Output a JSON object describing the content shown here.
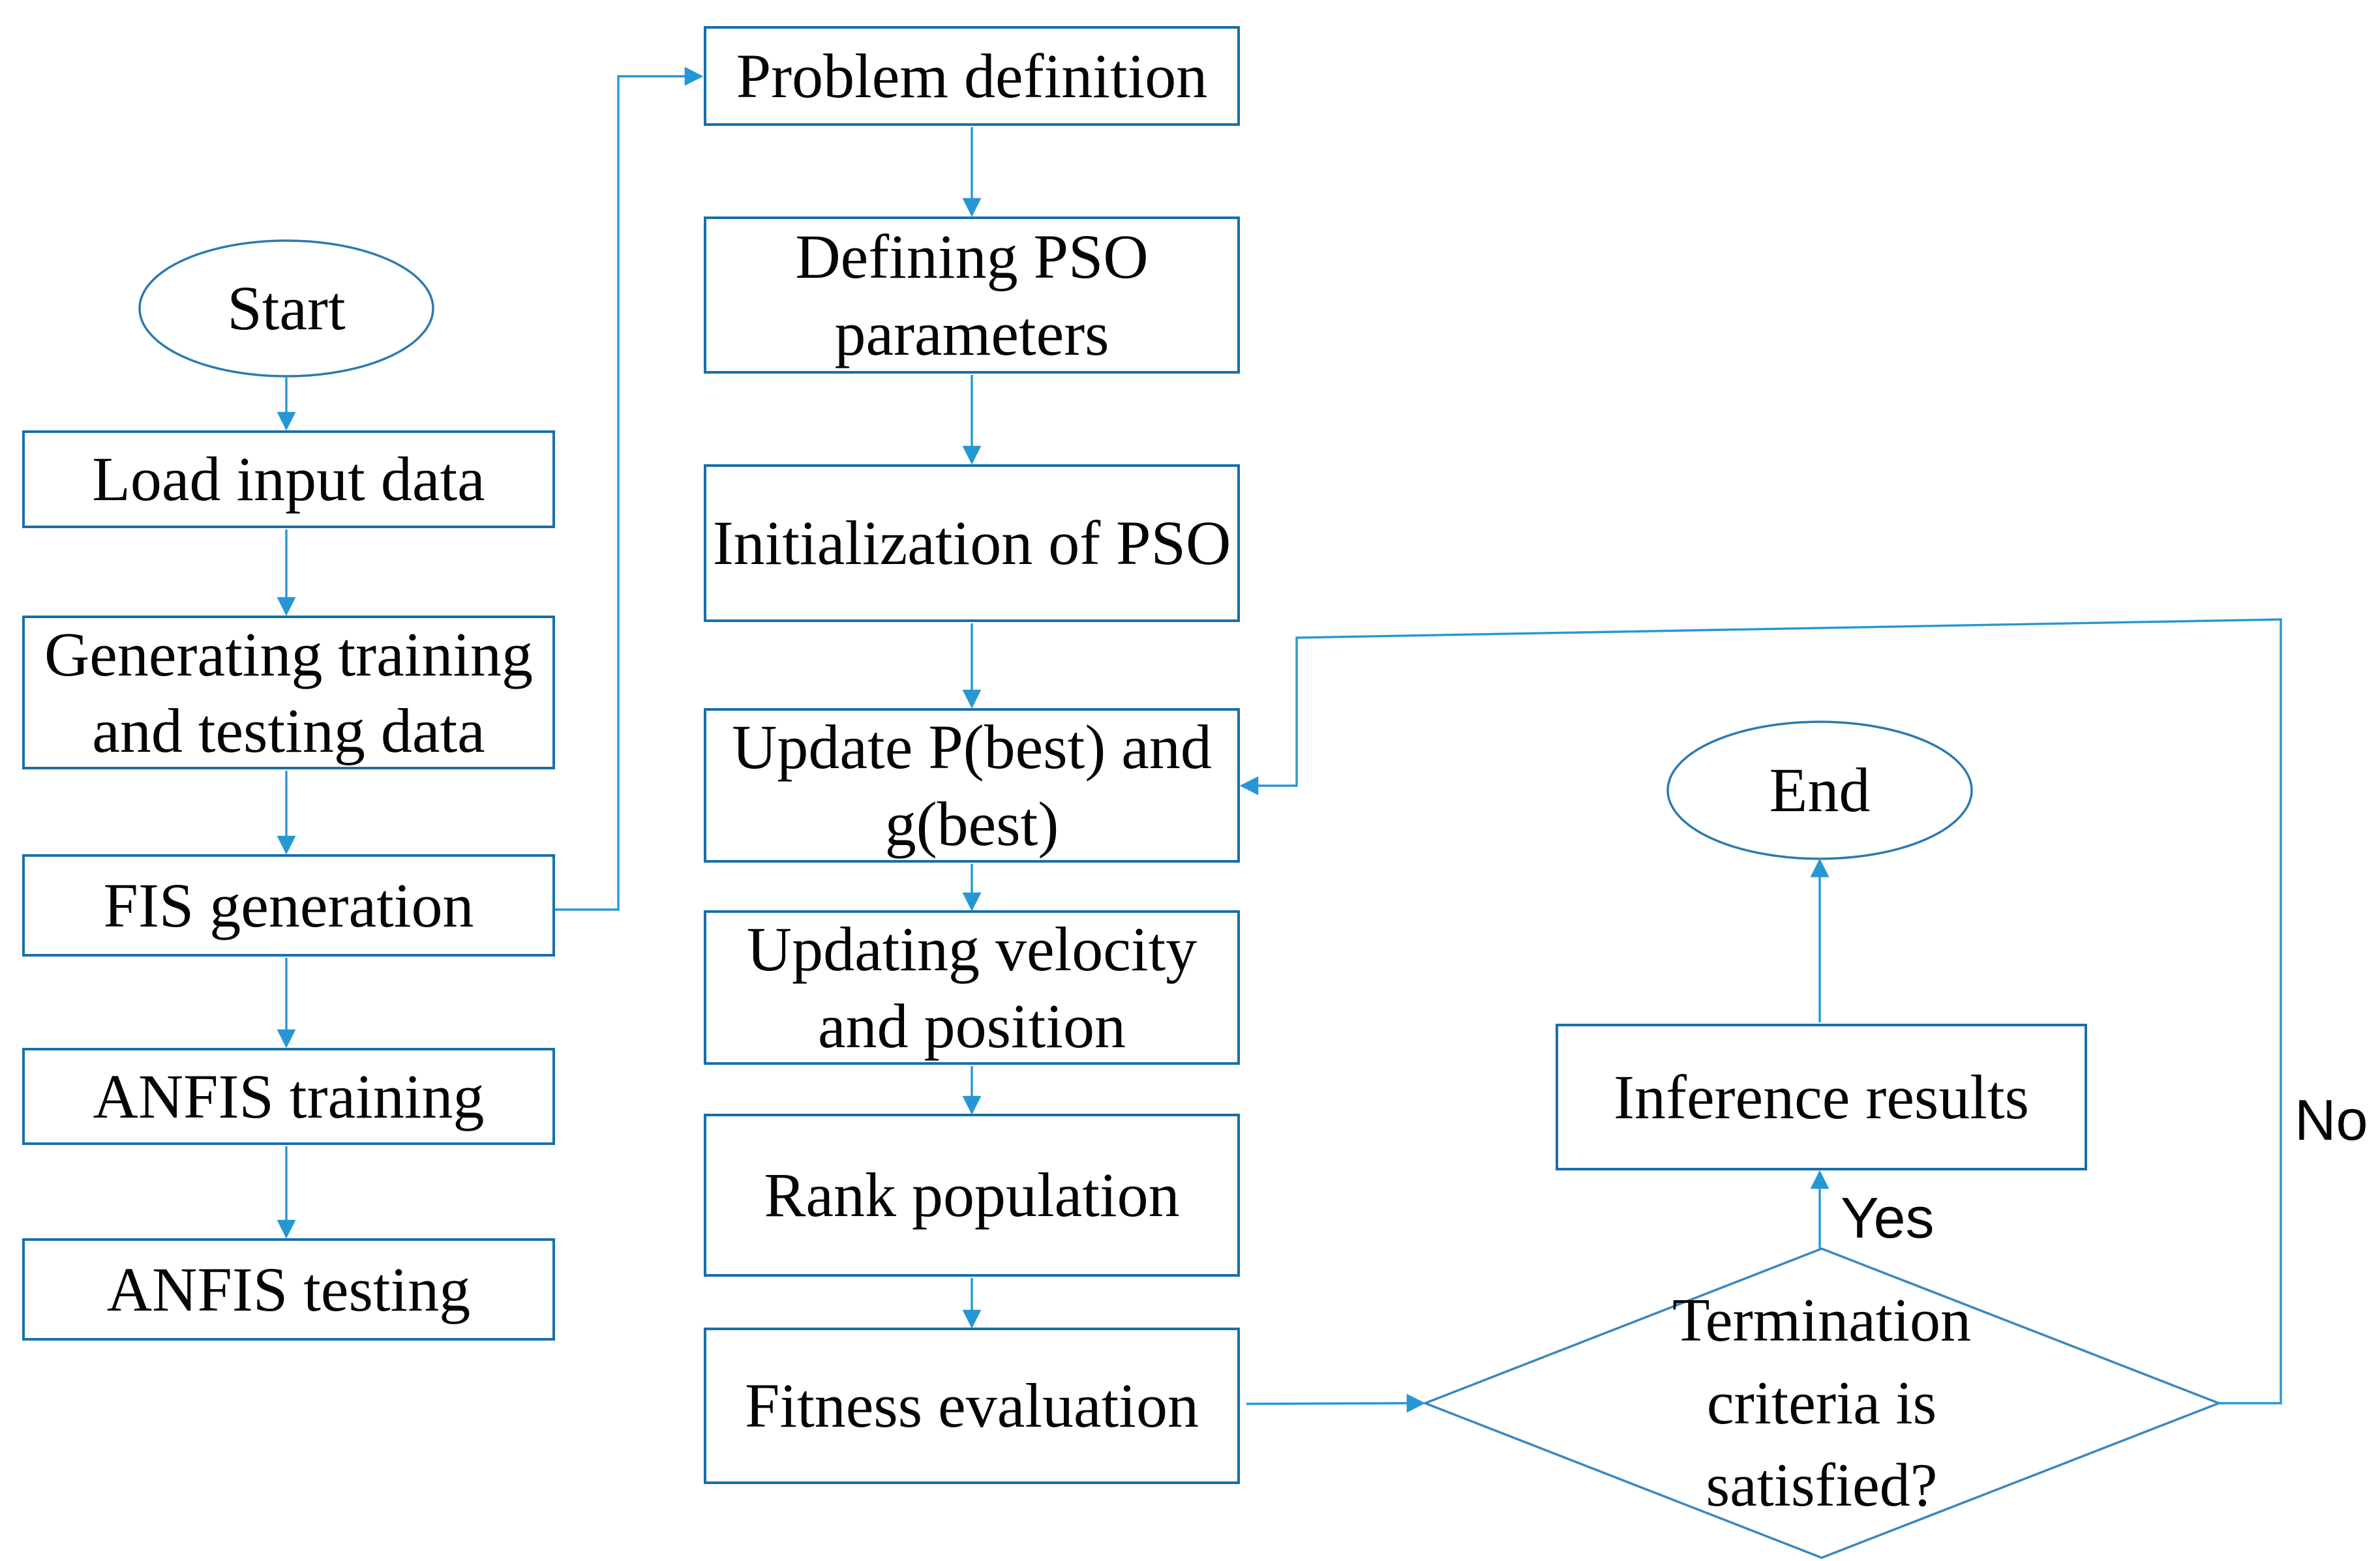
{
  "palette": {
    "background": "#ffffff",
    "box_border": "#186FA9",
    "ellipse_border": "#2C7AB0",
    "diamond_border": "#3C86BC",
    "arrow": "#2697D3",
    "text": "#050505"
  },
  "nodes": {
    "start": {
      "label": "Start",
      "shape": "ellipse"
    },
    "load_input": {
      "label": "Load input data",
      "shape": "rect"
    },
    "generating": {
      "label": "Generating training and testing data",
      "shape": "rect"
    },
    "fis_generation": {
      "label": "FIS generation",
      "shape": "rect"
    },
    "anfis_training": {
      "label": "ANFIS training",
      "shape": "rect"
    },
    "anfis_testing": {
      "label": "ANFIS testing",
      "shape": "rect"
    },
    "problem_definition": {
      "label": "Problem definition",
      "shape": "rect"
    },
    "defining_pso": {
      "label": "Defining PSO parameters",
      "shape": "rect"
    },
    "initialization_pso": {
      "label": "Initialization of PSO",
      "shape": "rect"
    },
    "update_best": {
      "label": "Update P(best) and g(best)",
      "shape": "rect"
    },
    "updating_velocity": {
      "label": "Updating velocity and position",
      "shape": "rect"
    },
    "rank_population": {
      "label": "Rank population",
      "shape": "rect"
    },
    "fitness_evaluation": {
      "label": "Fitness evaluation",
      "shape": "rect"
    },
    "termination": {
      "label": "Termination criteria is satisfied?",
      "shape": "diamond"
    },
    "inference_results": {
      "label": "Inference results",
      "shape": "rect"
    },
    "end": {
      "label": "End",
      "shape": "ellipse"
    }
  },
  "edge_labels": {
    "yes": "Yes",
    "no": "No"
  },
  "edges": [
    {
      "from": "start",
      "to": "load_input"
    },
    {
      "from": "load_input",
      "to": "generating"
    },
    {
      "from": "generating",
      "to": "fis_generation"
    },
    {
      "from": "fis_generation",
      "to": "anfis_training"
    },
    {
      "from": "anfis_training",
      "to": "anfis_testing"
    },
    {
      "from": "fis_generation",
      "to": "problem_definition"
    },
    {
      "from": "problem_definition",
      "to": "defining_pso"
    },
    {
      "from": "defining_pso",
      "to": "initialization_pso"
    },
    {
      "from": "initialization_pso",
      "to": "update_best"
    },
    {
      "from": "update_best",
      "to": "updating_velocity"
    },
    {
      "from": "updating_velocity",
      "to": "rank_population"
    },
    {
      "from": "rank_population",
      "to": "fitness_evaluation"
    },
    {
      "from": "fitness_evaluation",
      "to": "termination"
    },
    {
      "from": "termination",
      "to": "inference_results",
      "label": "Yes"
    },
    {
      "from": "termination",
      "to": "update_best",
      "label": "No"
    },
    {
      "from": "inference_results",
      "to": "end"
    }
  ]
}
